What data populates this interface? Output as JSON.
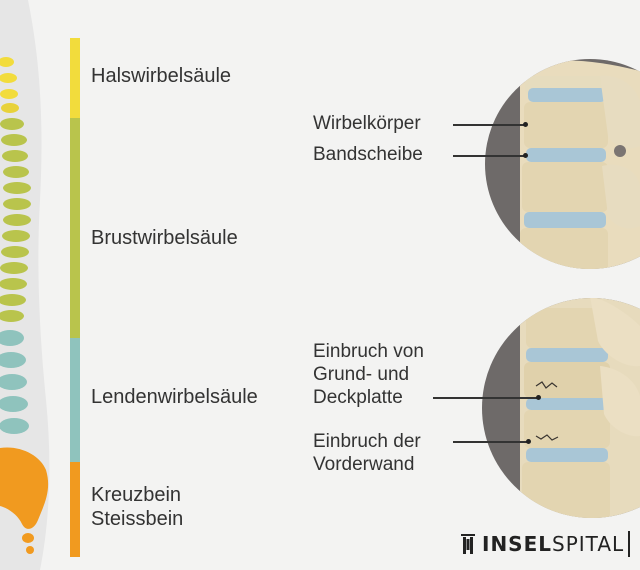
{
  "regions": [
    {
      "label": "Halswirbelsäule",
      "color": "#f2dc3c"
    },
    {
      "label": "Brustwirbelsäule",
      "color": "#b9c44c"
    },
    {
      "label": "Lendenwirbelsäule",
      "color": "#8fc3bd"
    },
    {
      "label": "Kreuzbein\nSteissbein",
      "color": "#f19a1f"
    }
  ],
  "top_detail": {
    "callouts": [
      "Wirbelkörper",
      "Bandscheibe"
    ]
  },
  "bottom_detail": {
    "callouts": [
      "Einbruch von\nGrund- und\nDeckplatte",
      "Einbruch der\nVorderwand"
    ]
  },
  "logo": {
    "bold": "INSEL",
    "regular": "SPITAL"
  }
}
